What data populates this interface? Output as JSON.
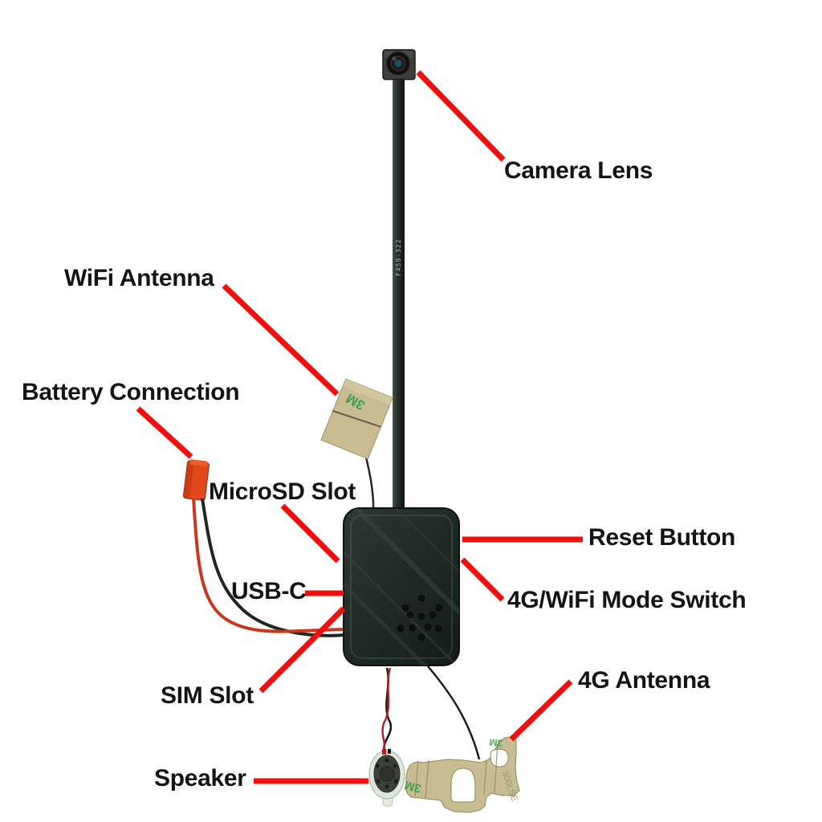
{
  "figure": {
    "type": "labeled product diagram",
    "background": "#ffffff"
  },
  "labels": [
    {
      "id": "camera-lens",
      "text": "Camera Lens"
    },
    {
      "id": "wifi-antenna",
      "text": "WiFi Antenna"
    },
    {
      "id": "battery-connection",
      "text": "Battery Connection"
    },
    {
      "id": "microsd-slot",
      "text": "MicroSD Slot"
    },
    {
      "id": "reset-button",
      "text": "Reset Button"
    },
    {
      "id": "usb-c",
      "text": "USB-C"
    },
    {
      "id": "mode-switch",
      "text": "4G/WiFi Mode Switch"
    },
    {
      "id": "sim-slot",
      "text": "SIM Slot"
    },
    {
      "id": "4g-antenna",
      "text": "4G Antenna"
    },
    {
      "id": "speaker",
      "text": "Speaker"
    }
  ],
  "markings": {
    "ribbon_code": "F459-322",
    "wifi_sticker_brand": "3M",
    "antenna_sticker_brand_left": "3M",
    "antenna_sticker_brand_right": "3M",
    "antenna_sticker_model": "300LSE"
  },
  "colors": {
    "leader_line": "#ee0f0f",
    "label_text": "#141414",
    "device_body_dark": "#1d2522",
    "ribbon_dark": "#262d28",
    "adhesive_tan": "#c8bc92",
    "brand_green": "#2f9e44",
    "connector_orange_red": "#e2481c",
    "wire_red": "#c8381e",
    "wire_black": "#1e241f",
    "lens_aperture_blue": "#1d4f66"
  }
}
